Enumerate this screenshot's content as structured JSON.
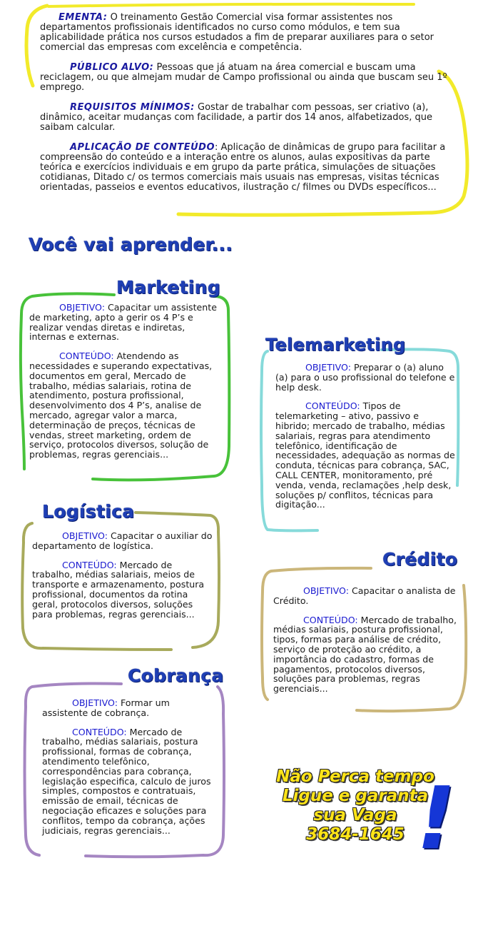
{
  "intro": {
    "ementa_label": "EMENTA:",
    "ementa_text": " O treinamento Gestão Comercial visa formar assistentes nos departamentos profissionais identificados no curso como módulos, e tem sua aplicabilidade prática nos cursos estudados a fim de preparar auxiliares para o setor comercial das empresas com excelência e competência.",
    "publico_label": "PÚBLICO ALVO:",
    "publico_text": " Pessoas que já atuam na área comercial e buscam uma reciclagem, ou que almejam mudar de Campo profissional ou ainda que buscam seu 1º emprego.",
    "requisitos_label": "REQUISITOS MÍNIMOS:",
    "requisitos_text": " Gostar de trabalhar com pessoas, ser criativo (a), dinâmico, aceitar mudanças com facilidade, a partir dos 14 anos, alfabetizados, que saibam calcular.",
    "aplicacao_label": "APLICAÇÃO DE CONTEÚDO",
    "aplicacao_text": ":  Aplicação de dinâmicas de grupo para facilitar a compreensão do conteúdo e a interação entre os alunos, aulas expositivas da parte teórica e exercícios individuais e em grupo da parte prática, simulações de situações cotidianas, Ditado c/ os termos comerciais mais usuais nas empresas, visitas técnicas orientadas, passeios e eventos educativos, ilustração c/ filmes ou DVDs específicos..."
  },
  "section_title": "Você vai aprender...",
  "modules": {
    "marketing": {
      "title": "Marketing",
      "obj_label": "OBJETIVO:",
      "obj_text": " Capacitar um assistente de marketing, apto a gerir os 4 P’s e realizar vendas diretas e indiretas, internas e externas.",
      "cont_label": "CONTEÚDO:",
      "cont_text": " Atendendo as necessidades e superando expectativas, documentos em geral, Mercado de trabalho, médias salariais, rotina de atendimento, postura profissional, desenvolvimento dos 4 P’s, analise de mercado, agregar valor a marca, determinação de preços, técnicas de vendas, street marketing, ordem de serviço, protocolos diversos, solução de problemas, regras gerenciais..."
    },
    "telemarketing": {
      "title": "Telemarketing",
      "obj_label": "OBJETIVO:",
      "obj_text": " Preparar o (a) aluno (a) para o uso profissional do telefone e help desk.",
      "cont_label": "CONTEÚDO:",
      "cont_text": " Tipos de telemarketing – ativo, passivo e hibrido; mercado de trabalho, médias salariais, regras para atendimento telefônico, identificação de necessidades, adequação as normas de conduta, técnicas para cobrança, SAC, CALL CENTER, monitoramento, pré venda, venda, reclamações ,help desk, soluções p/ conflitos, técnicas para digitação..."
    },
    "logistica": {
      "title": "Logística",
      "obj_label": "OBJETIVO:",
      "obj_text": " Capacitar o auxiliar do departamento de logística.",
      "cont_label": "CONTEÚDO:",
      "cont_text": " Mercado de trabalho, médias salariais, meios de transporte e armazenamento, postura profissional, documentos da rotina geral, protocolos diversos, soluções para problemas, regras gerenciais..."
    },
    "credito": {
      "title": "Crédito",
      "obj_label": "OBJETIVO:",
      "obj_text": " Capacitar o analista de Crédito.",
      "cont_label": "CONTEÚDO:",
      "cont_text": " Mercado de trabalho, médias salariais, postura profissional, tipos, formas para análise de crédito, serviço de proteção ao crédito, a importância do cadastro, formas de pagamentos, protocolos diversos, soluções para problemas, regras gerenciais..."
    },
    "cobranca": {
      "title": "Cobrança",
      "obj_label": "OBJETIVO:",
      "obj_text": " Formar um assistente de cobrança.",
      "cont_label": "CONTEÚDO:",
      "cont_text": " Mercado de trabalho, médias salariais, postura profissional, formas de cobrança, atendimento telefônico, correspondências para cobrança, legislação especifica, calculo de juros simples, compostos e contratuais, emissão de email, técnicas de negociação eficazes e soluções para conflitos, tempo da cobrança, ações judiciais, regras gerenciais..."
    }
  },
  "cta": {
    "line1": "Não Perca tempo",
    "line2": "Ligue e garanta",
    "line3": "sua Vaga",
    "line4": "3684-1645",
    "mark": "!"
  },
  "colors": {
    "yellow_frame": "#f2ea2a",
    "green_frame": "#48c23a",
    "cyan_frame": "#86dada",
    "olive_frame": "#a8aa5c",
    "tan_frame": "#cbb67a",
    "purple_frame": "#a586c2",
    "heading_blue": "#1f3fb5",
    "label_blue": "#1a1ad0",
    "cta_yellow": "#ffe418"
  }
}
